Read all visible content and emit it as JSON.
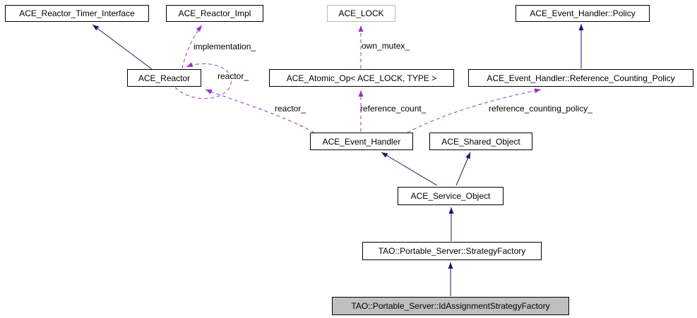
{
  "diagram_type": "uml-collaboration-diagram",
  "colors": {
    "inheritance": "#191970",
    "usage": "#9A32CD",
    "node_border": "#000000",
    "template_node_border": "#B9B9B9",
    "selected_node_fill": "#BFBFBF",
    "background": "#FFFFFF",
    "text": "#000000"
  },
  "nodes": [
    {
      "label": "ACE_Reactor_Timer_Interface",
      "variant": "normal"
    },
    {
      "label": "ACE_Reactor_Impl",
      "variant": "normal"
    },
    {
      "label": "ACE_LOCK",
      "variant": "template"
    },
    {
      "label": "ACE_Event_Handler::Policy",
      "variant": "normal"
    },
    {
      "label": "ACE_Reactor",
      "variant": "normal"
    },
    {
      "label": "ACE_Atomic_Op< ACE_LOCK, TYPE >",
      "variant": "normal"
    },
    {
      "label": "ACE_Event_Handler::Reference_Counting_Policy",
      "variant": "normal"
    },
    {
      "label": "ACE_Event_Handler",
      "variant": "normal"
    },
    {
      "label": "ACE_Shared_Object",
      "variant": "normal"
    },
    {
      "label": "ACE_Service_Object",
      "variant": "normal"
    },
    {
      "label": "TAO::Portable_Server::StrategyFactory",
      "variant": "normal"
    },
    {
      "label": "TAO::Portable_Server::IdAssignmentStrategyFactory",
      "variant": "selected"
    }
  ],
  "edges": [
    {
      "from": "ACE_Reactor",
      "to": "ACE_Reactor_Timer_Interface",
      "type": "inheritance",
      "label": ""
    },
    {
      "from": "ACE_Reactor",
      "to": "ACE_Reactor_Impl",
      "type": "usage",
      "label": "implementation_"
    },
    {
      "from": "ACE_Reactor",
      "to": "ACE_Reactor",
      "type": "usage",
      "label": "reactor_"
    },
    {
      "from": "ACE_Atomic_Op< ACE_LOCK, TYPE >",
      "to": "ACE_LOCK",
      "type": "usage",
      "label": "own_mutex_"
    },
    {
      "from": "ACE_Event_Handler",
      "to": "ACE_Reactor",
      "type": "usage",
      "label": "reactor_"
    },
    {
      "from": "ACE_Event_Handler",
      "to": "ACE_Atomic_Op< ACE_LOCK, TYPE >",
      "type": "usage",
      "label": "reference_count_"
    },
    {
      "from": "ACE_Event_Handler",
      "to": "ACE_Event_Handler::Reference_Counting_Policy",
      "type": "usage",
      "label": "reference_counting_policy_"
    },
    {
      "from": "ACE_Event_Handler::Reference_Counting_Policy",
      "to": "ACE_Event_Handler::Policy",
      "type": "inheritance",
      "label": ""
    },
    {
      "from": "ACE_Service_Object",
      "to": "ACE_Event_Handler",
      "type": "inheritance",
      "label": ""
    },
    {
      "from": "ACE_Service_Object",
      "to": "ACE_Shared_Object",
      "type": "inheritance",
      "label": ""
    },
    {
      "from": "TAO::Portable_Server::StrategyFactory",
      "to": "ACE_Service_Object",
      "type": "inheritance",
      "label": ""
    },
    {
      "from": "TAO::Portable_Server::IdAssignmentStrategyFactory",
      "to": "TAO::Portable_Server::StrategyFactory",
      "type": "inheritance",
      "label": ""
    }
  ]
}
